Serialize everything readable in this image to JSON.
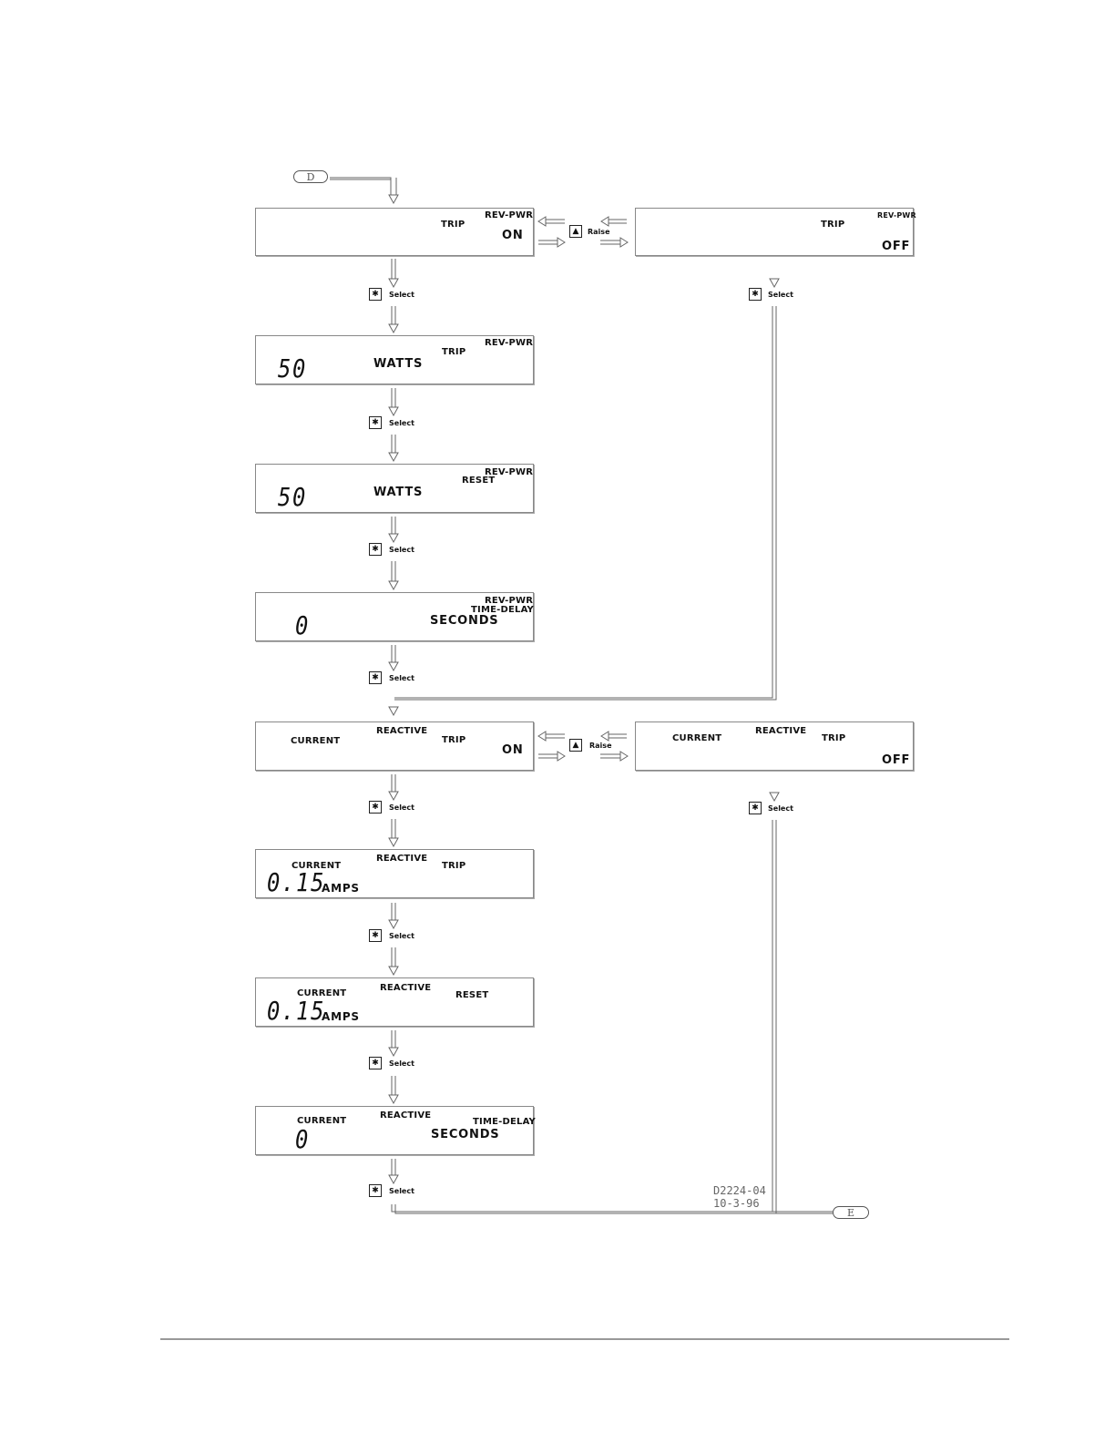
{
  "connectors": {
    "start": "D",
    "end": "E"
  },
  "keys": {
    "select": "Select",
    "raise": "Raise",
    "select_icon": "asterisk-icon",
    "raise_icon": "up-triangle-icon"
  },
  "rev_pwr": {
    "trip_on": {
      "fn": "REV-PWR",
      "mode": "TRIP",
      "state": "ON"
    },
    "trip_off": {
      "fn": "REV-PWR",
      "mode": "TRIP",
      "state": "OFF"
    },
    "trip_setting": {
      "fn": "REV-PWR",
      "mode": "TRIP",
      "value": "50",
      "unit": "WATTS"
    },
    "reset_setting": {
      "fn": "REV-PWR",
      "mode": "RESET",
      "value": "50",
      "unit": "WATTS"
    },
    "time_delay": {
      "fn": "REV-PWR",
      "mode": "TIME-DELAY",
      "value": "0",
      "unit": "SECONDS"
    }
  },
  "reactive": {
    "trip_on": {
      "label1": "CURRENT",
      "label2": "REACTIVE",
      "mode": "TRIP",
      "state": "ON"
    },
    "trip_off": {
      "label1": "CURRENT",
      "label2": "REACTIVE",
      "mode": "TRIP",
      "state": "OFF"
    },
    "trip_setting": {
      "label1": "CURRENT",
      "label2": "REACTIVE",
      "mode": "TRIP",
      "value": "0.15",
      "unit": "AMPS"
    },
    "reset_setting": {
      "label1": "CURRENT",
      "label2": "REACTIVE",
      "mode": "RESET",
      "value": "0.15",
      "unit": "AMPS"
    },
    "time_delay": {
      "label1": "CURRENT",
      "label2": "REACTIVE",
      "mode": "TIME-DELAY",
      "value": "0",
      "unit": "SECONDS"
    }
  },
  "drawing": {
    "number": "D2224-04",
    "date": "10-3-96"
  }
}
